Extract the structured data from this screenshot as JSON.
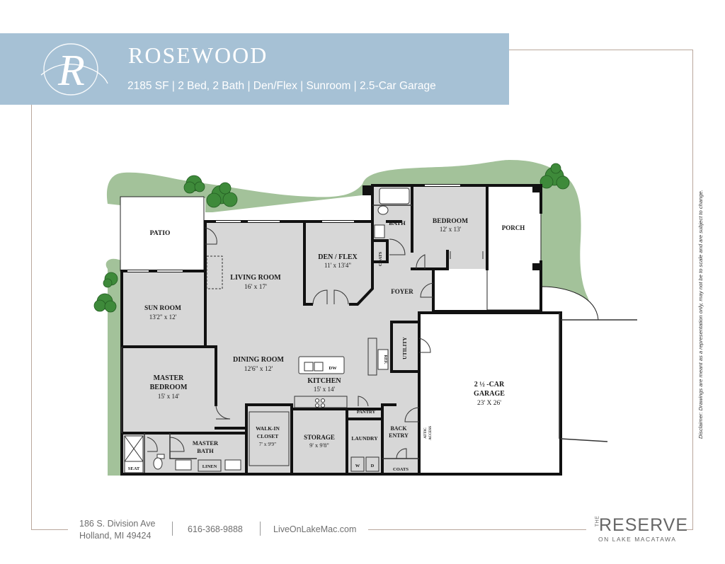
{
  "header": {
    "logo_letter": "R",
    "title": "ROSEWOOD",
    "subtitle": "2185 SF | 2 Bed, 2 Bath | Den/Flex | Sunroom  |  2.5-Car Garage"
  },
  "rooms": {
    "patio": "PATIO",
    "living": "LIVING ROOM",
    "living_dim": "16' x 17'",
    "den": "DEN / FLEX",
    "den_dim": "11' x 13'4\"",
    "bath": "BATH",
    "bedroom": "BEDROOM",
    "bedroom_dim": "12' x 13'",
    "porch": "PORCH",
    "coats_upper": "COATS",
    "foyer": "FOYER",
    "sunroom": "SUN ROOM",
    "sunroom_dim": "13'2\" x 12'",
    "dining": "DINING ROOM",
    "dining_dim": "12'6\" x 12'",
    "kitchen": "KITCHEN",
    "kitchen_dim": "15' x 14'",
    "utility": "UTILITY",
    "ref": "REF.",
    "dw": "DW",
    "garage_line1": "2 ½ -CAR",
    "garage_line2": "GARAGE",
    "garage_dim": "23' X 26'",
    "master_bed_line1": "MASTER",
    "master_bed_line2": "BEDROOM",
    "master_bed_dim": "15' x 14'",
    "walkin_line1": "WALK-IN",
    "walkin_line2": "CLOSET",
    "walkin_dim": "7' x 9'9\"",
    "storage": "STORAGE",
    "storage_dim": "9' x 9'8\"",
    "laundry": "LAUNDRY",
    "pantry": "PANTRY",
    "back_entry_line1": "BACK",
    "back_entry_line2": "ENTRY",
    "attic_line1": "ATTIC",
    "attic_line2": "ACCESS",
    "master_bath_line1": "MASTER",
    "master_bath_line2": "BATH",
    "linen": "LINEN",
    "seat": "SEAT",
    "washer": "W",
    "dryer": "D",
    "coats_lower": "COATS"
  },
  "disclaimer": "Disclaimer: Drawings are meant as a representation only, may not be to scale and are subject to change.",
  "footer": {
    "address_line1": "186 S. Division Ave",
    "address_line2": "Holland, MI 49424",
    "phone": "616-368-9888",
    "website": "LiveOnLakeMac.com",
    "brand_the": "THE",
    "brand_name": "RESERVE",
    "brand_sub": "ON LAKE MACATAWA"
  },
  "colors": {
    "header_bg": "#a6c1d5",
    "landscape": "#a3c29a",
    "floor": "#d7d7d7",
    "wall": "#111111",
    "frame": "#b9a79c"
  }
}
